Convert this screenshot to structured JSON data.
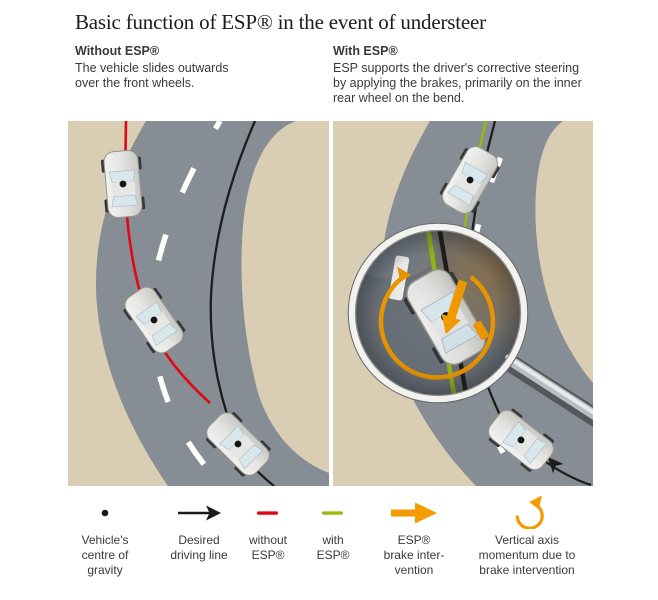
{
  "title": "Basic function of ESP® in the event of understeer",
  "panels": {
    "left": {
      "heading": "Without ESP®",
      "description_lines": [
        "The vehicle slides outwards",
        "over the front wheels."
      ]
    },
    "right": {
      "heading": "With ESP®",
      "description_lines": [
        "ESP supports the driver's corrective steering",
        "by applying the brakes, primarily on the inner",
        "rear wheel on the bend."
      ]
    }
  },
  "legend": [
    {
      "icon": "centre-of-gravity-dot",
      "lines": [
        "Vehicle's",
        "centre of",
        "gravity"
      ]
    },
    {
      "icon": "desired-line-arrow",
      "lines": [
        "Desired",
        "driving line"
      ]
    },
    {
      "icon": "without-esp-line",
      "lines": [
        "without",
        "ESP®"
      ]
    },
    {
      "icon": "with-esp-line",
      "lines": [
        "with",
        "ESP®"
      ]
    },
    {
      "icon": "esp-brake-arrow",
      "lines": [
        "ESP®",
        "brake inter-",
        "vention"
      ]
    },
    {
      "icon": "yaw-momentum-arrow",
      "lines": [
        "Vertical axis",
        "momentum due to",
        "brake intervention"
      ]
    }
  ],
  "colors": {
    "background_beige": "#d9cdb4",
    "road_grey": "#868d94",
    "without_esp_red": "#e30613",
    "with_esp_green": "#96be0f",
    "esp_orange": "#f39b00",
    "line_black": "#1d1d1b",
    "text_grey": "#3a3a3a"
  }
}
